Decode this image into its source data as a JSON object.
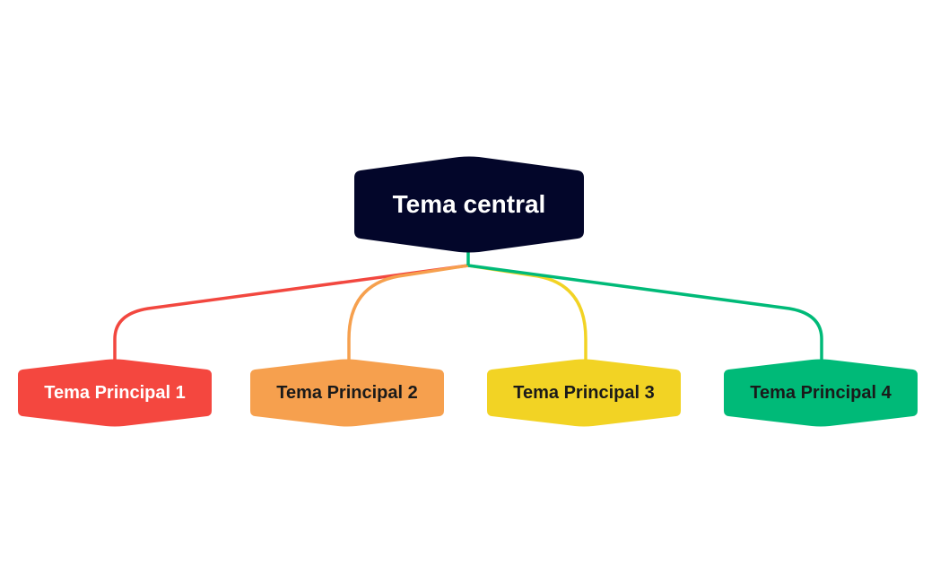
{
  "central": {
    "label": "Tema central",
    "fill": "#03062a",
    "text_color": "#ffffff"
  },
  "topics": [
    {
      "label": "Tema Principal 1",
      "fill": "#f4473f",
      "line": "#f2473f",
      "text_color": "#ffffff"
    },
    {
      "label": "Tema Principal 2",
      "fill": "#f6a04e",
      "line": "#f6a04e",
      "text_color": "#1a1a1a"
    },
    {
      "label": "Tema Principal 3",
      "fill": "#f2d324",
      "line": "#f2d324",
      "text_color": "#1a1a1a"
    },
    {
      "label": "Tema Principal 4",
      "fill": "#00ba78",
      "line": "#00ba78",
      "text_color": "#1a1a1a"
    }
  ]
}
